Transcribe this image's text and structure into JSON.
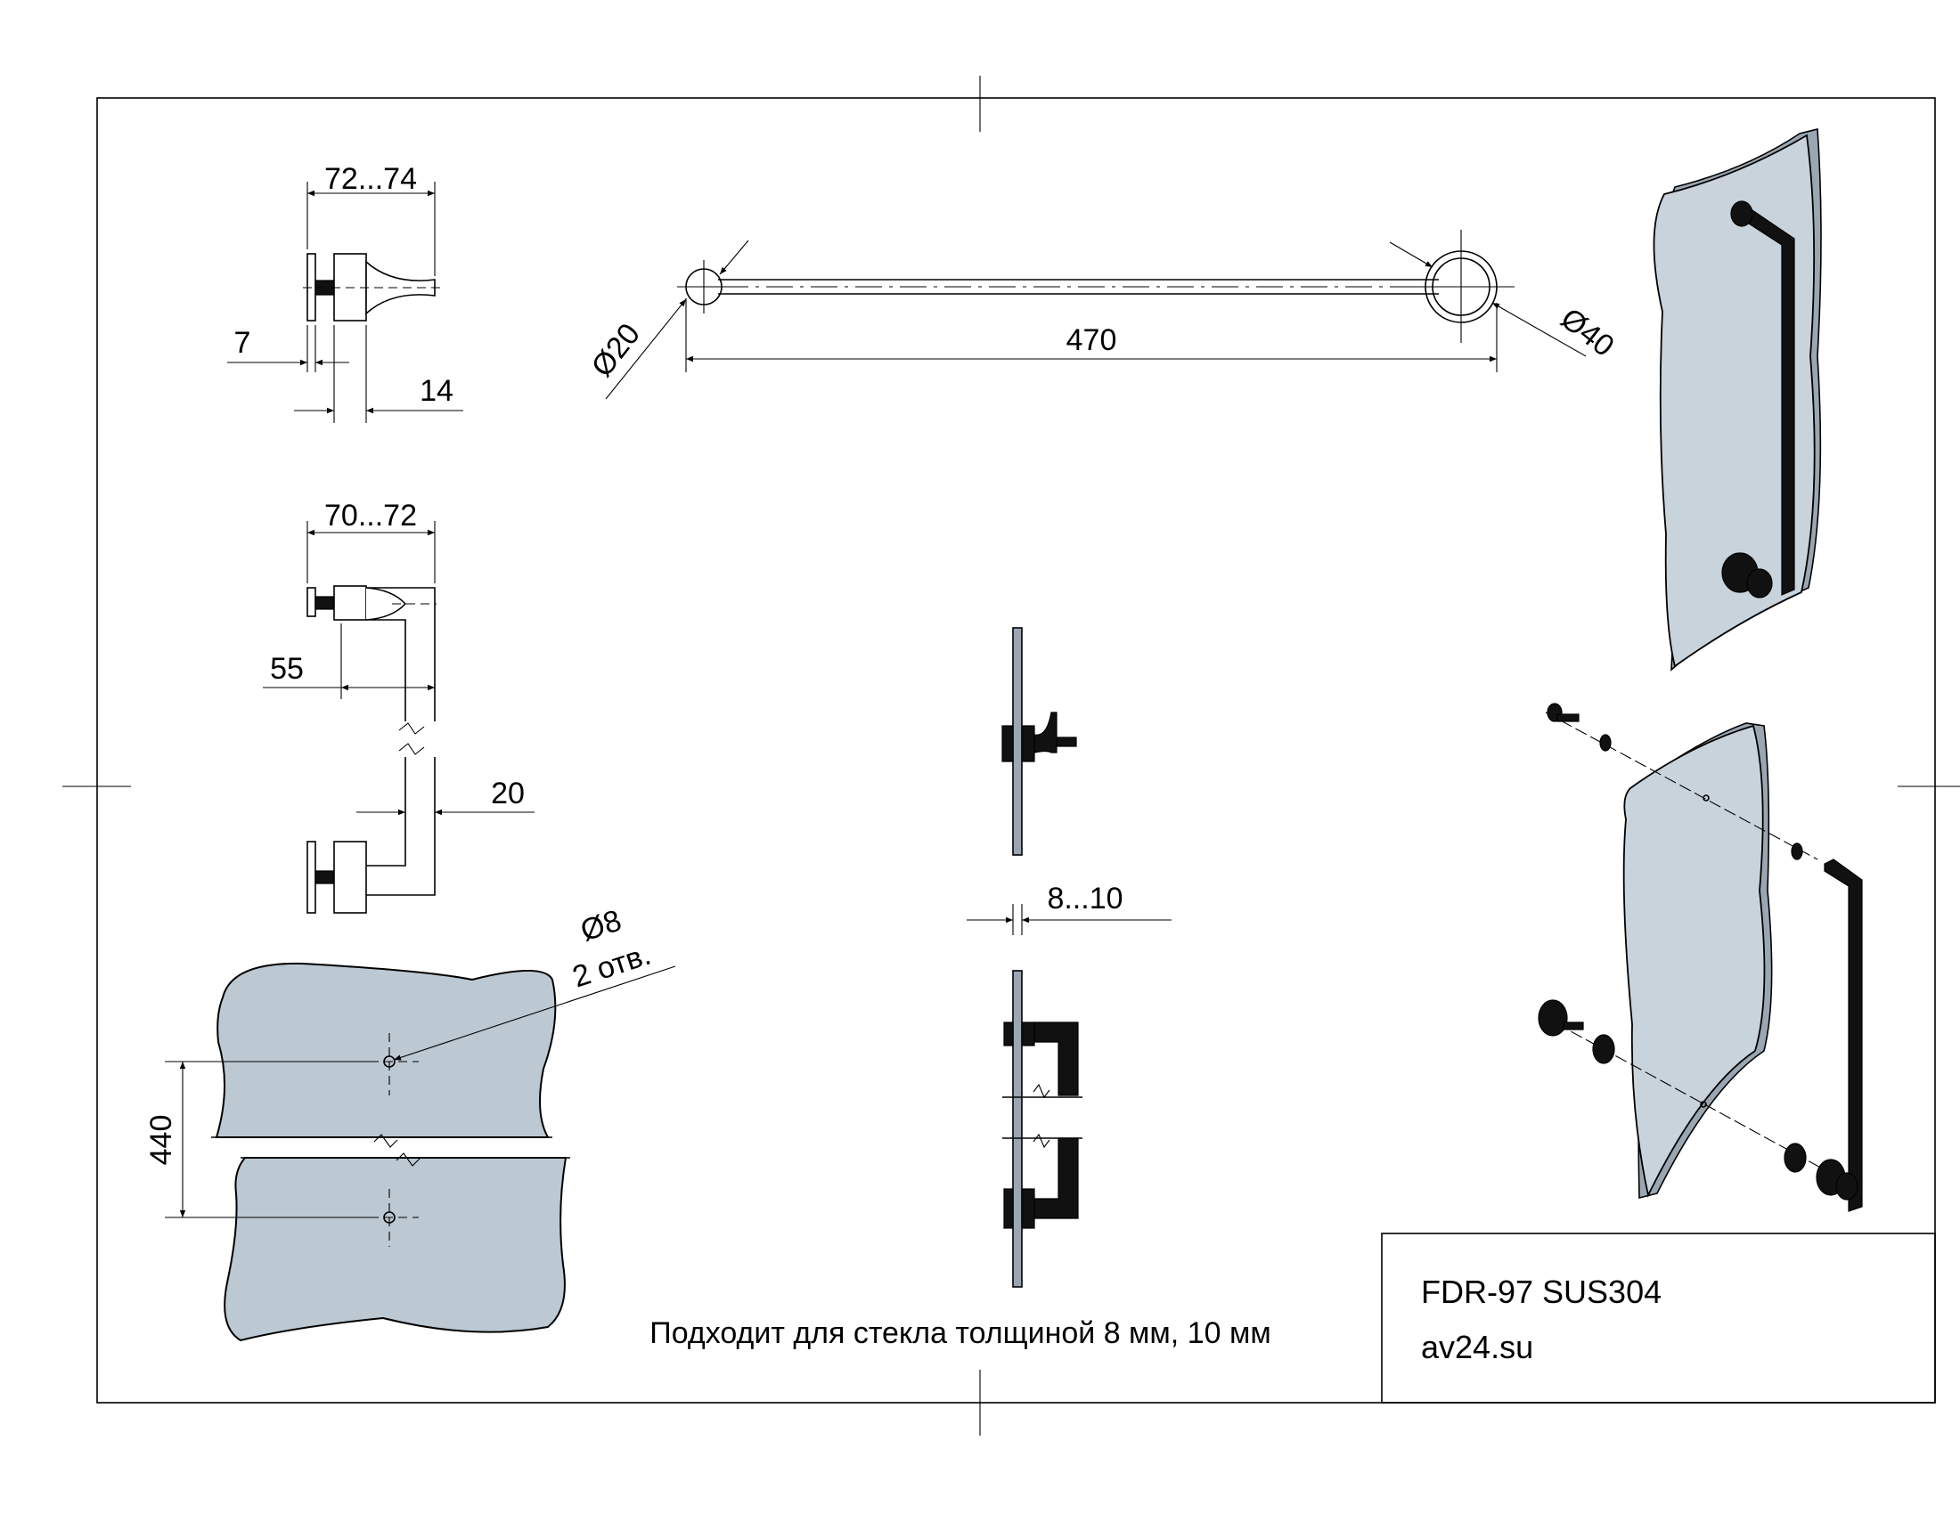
{
  "dimensions": {
    "width_72_74": "72...74",
    "d7": "7",
    "d14": "14",
    "width_70_72": "70...72",
    "d55": "55",
    "d20": "20",
    "length_470": "470",
    "dia20": "Ø20",
    "dia40": "Ø40",
    "glass_8_10": "8...10",
    "hole_spacing": "440",
    "hole_dia": "Ø8",
    "hole_count": "2 отв."
  },
  "note": "Подходит для стекла толщиной 8 мм, 10 мм",
  "title_block": {
    "model": "FDR-97 SUS304",
    "site": "av24.su"
  }
}
